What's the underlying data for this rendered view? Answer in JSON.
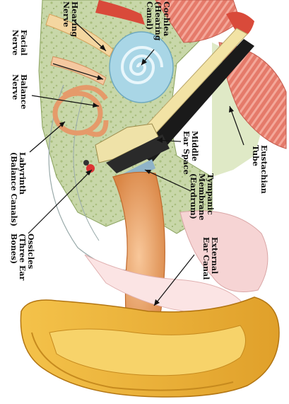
{
  "diagram": {
    "labels": {
      "hearing_nerve": [
        "Hearing",
        "Nerve"
      ],
      "cochlea": [
        "Cochlea",
        "(Hearing",
        "Canal)"
      ],
      "facial_nerve": [
        "Facial",
        "Nerve"
      ],
      "balance_nerve": [
        "Balance",
        "Nerve"
      ],
      "labyrinth": [
        "Labyrinth",
        "(Balance Canals)"
      ],
      "middle_ear_space": [
        "Middle",
        "Ear Space"
      ],
      "eustachian_tube": [
        "Eustachian",
        "Tube"
      ],
      "ossicles": [
        "Ossicles",
        "(Three Ear",
        "Bones)"
      ],
      "tympanic_membrane": [
        "Tympanic",
        "Membrane",
        "(Eardrum)"
      ],
      "external_ear_canal": [
        "External",
        "Ear Canal"
      ]
    },
    "colors": {
      "skin": "#f2b07a",
      "skin_shadow": "#d98544",
      "outer_ear": "#f6c33c",
      "outer_ear_dark": "#d99a20",
      "bone": "#c8d7a9",
      "bone_speckle": "#a9bf7e",
      "muscle": "#e57a6a",
      "muscle_light": "#f4a89a",
      "cochlea": "#a9d6e6",
      "nerve": "#f4d6a0",
      "tube_dark": "#1a1a1a",
      "tissue_pink": "#f6d4d4"
    }
  }
}
